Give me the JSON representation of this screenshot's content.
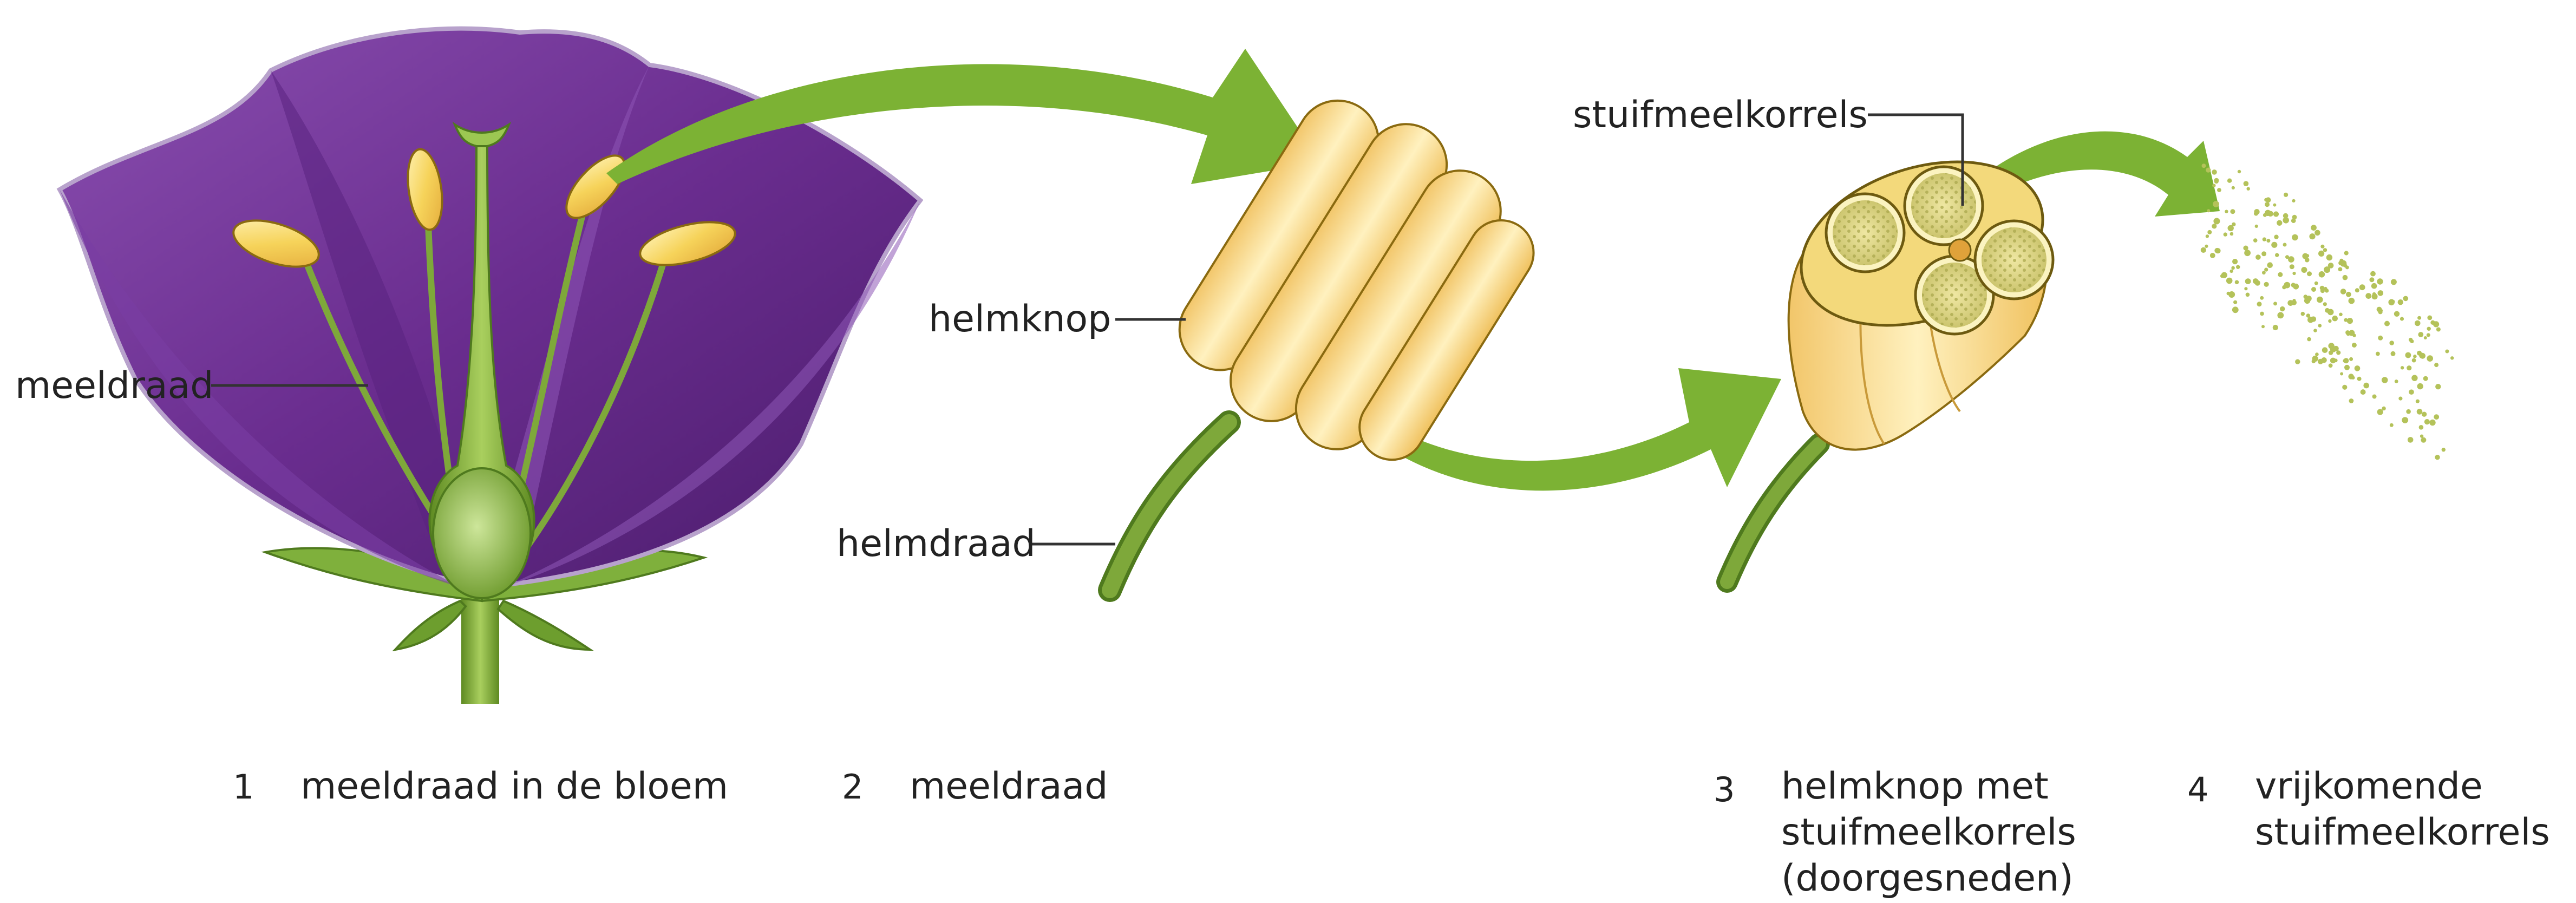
{
  "labels": {
    "meeldraad": "meeldraad",
    "helmknop": "helmknop",
    "helmdraad": "helmdraad",
    "stuifmeelkorrels": "stuifmeelkorrels"
  },
  "captions": [
    {
      "number": "1",
      "lines": [
        "meeldraad in de bloem"
      ]
    },
    {
      "number": "2",
      "lines": [
        "meeldraad"
      ]
    },
    {
      "number": "3",
      "lines": [
        "helmknop met",
        "stuifmeelkorrels",
        "(doorgesneden)"
      ]
    },
    {
      "number": "4",
      "lines": [
        "vrijkomende",
        "stuifmeelkorrels"
      ]
    }
  ],
  "colors": {
    "petal": "#6a2d8f",
    "petal_dark": "#4a1c6b",
    "stem": "#7ea83a",
    "anther": "#f5d24a",
    "arrow": "#7cb234",
    "pollen": "#b4c25a"
  }
}
